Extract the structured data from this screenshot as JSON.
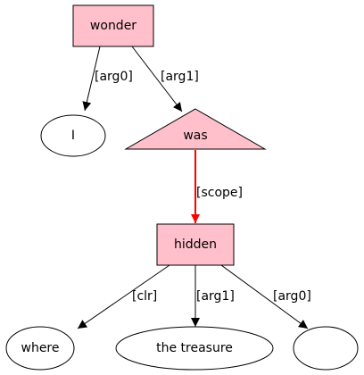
{
  "colors": {
    "node_fill_pink": "#ffc0cb",
    "stroke": "#000000",
    "highlight_edge": "#ff0000",
    "background": "#ffffff"
  },
  "nodes": {
    "wonder": {
      "label": "wonder",
      "shape": "box",
      "fill": "pink"
    },
    "i": {
      "label": "I",
      "shape": "ellipse",
      "fill": "white"
    },
    "was": {
      "label": "was",
      "shape": "triangle",
      "fill": "pink"
    },
    "hidden": {
      "label": "hidden",
      "shape": "box",
      "fill": "pink"
    },
    "where": {
      "label": "where",
      "shape": "ellipse",
      "fill": "white"
    },
    "the_treasure": {
      "label": "the treasure",
      "shape": "ellipse",
      "fill": "white"
    },
    "empty": {
      "label": "",
      "shape": "ellipse",
      "fill": "white"
    }
  },
  "edges": {
    "wonder_i": {
      "from": "wonder",
      "to": "i",
      "label": "[arg0]",
      "highlight": false
    },
    "wonder_was": {
      "from": "wonder",
      "to": "was",
      "label": "[arg1]",
      "highlight": false
    },
    "was_hidden": {
      "from": "was",
      "to": "hidden",
      "label": "[scope]",
      "highlight": true
    },
    "hidden_where": {
      "from": "hidden",
      "to": "where",
      "label": "[clr]",
      "highlight": false
    },
    "hidden_treasure": {
      "from": "hidden",
      "to": "the_treasure",
      "label": "[arg1]",
      "highlight": false
    },
    "hidden_empty": {
      "from": "hidden",
      "to": "empty",
      "label": "[arg0]",
      "highlight": false
    }
  }
}
